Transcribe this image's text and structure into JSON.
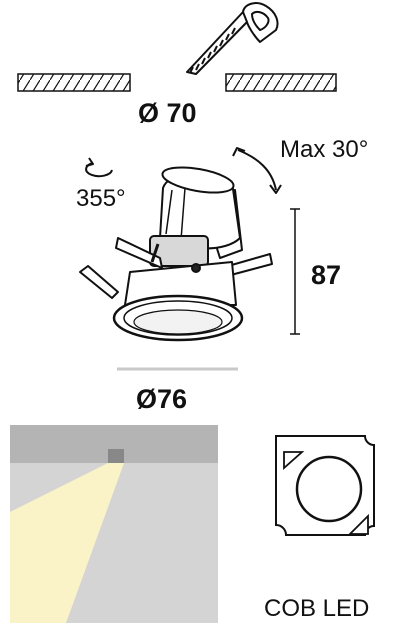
{
  "labels": {
    "cutout": "Ø 70",
    "tilt": "Max 30°",
    "rotation": "355°",
    "height": "87",
    "diameter": "Ø76",
    "led_type": "COB LED"
  },
  "icons": {
    "saw": "hand-saw-icon",
    "rotation": "rotate-arrow-icon",
    "tilt": "tilt-arc-arrow-icon",
    "led_chip": "cob-led-chip-icon"
  },
  "colors": {
    "line": "#111111",
    "beam": "#fbf3c8",
    "ceiling": "#b4b4b4",
    "wall": "#d4d4d4",
    "fixture_dark": "#222222"
  }
}
